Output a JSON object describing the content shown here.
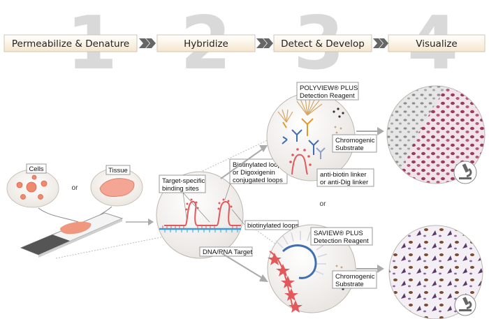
{
  "steps": [
    {
      "number": "1",
      "label": "Permeabilize & Denature"
    },
    {
      "number": "2",
      "label": "Hybridize"
    },
    {
      "number": "3",
      "label": "Detect & Develop"
    },
    {
      "number": "4",
      "label": "Visualize"
    }
  ],
  "samples": {
    "cells": "Cells",
    "or": "or",
    "tissue": "Tissue"
  },
  "hybridize": {
    "binding_sites_1": "Target-specific",
    "binding_sites_2": "binding sites",
    "loops_1": "Biotinylated loops",
    "loops_2": "or Digoxigenin",
    "loops_3": "conjugated loops",
    "biotin_loops": "biotinylated loops",
    "target": "DNA/RNA Target"
  },
  "detect": {
    "polyview_1": "POLYVIEW® PLUS",
    "polyview_2": "Detection Reagent",
    "chromogenic_1": "Chromogenic",
    "chromogenic_2": "Substrate",
    "linker_1": "anti-biotin linker",
    "linker_2": "or anti-Dig linker",
    "or": "or",
    "saview_1": "SAVIEW® PLUS",
    "saview_2": "Detection Reagent",
    "chromogenic2_1": "Chromogenic",
    "chromogenic2_2": "Substrate"
  },
  "icons": [
    "microscope-icon",
    "microscope-icon"
  ],
  "colors": {
    "step_fill": "#fdf3e4",
    "arrow": "#555555",
    "probe_red": "#d9322b",
    "antibody_blue": "#3f6fb0",
    "antibody_orange": "#e39a2d"
  }
}
